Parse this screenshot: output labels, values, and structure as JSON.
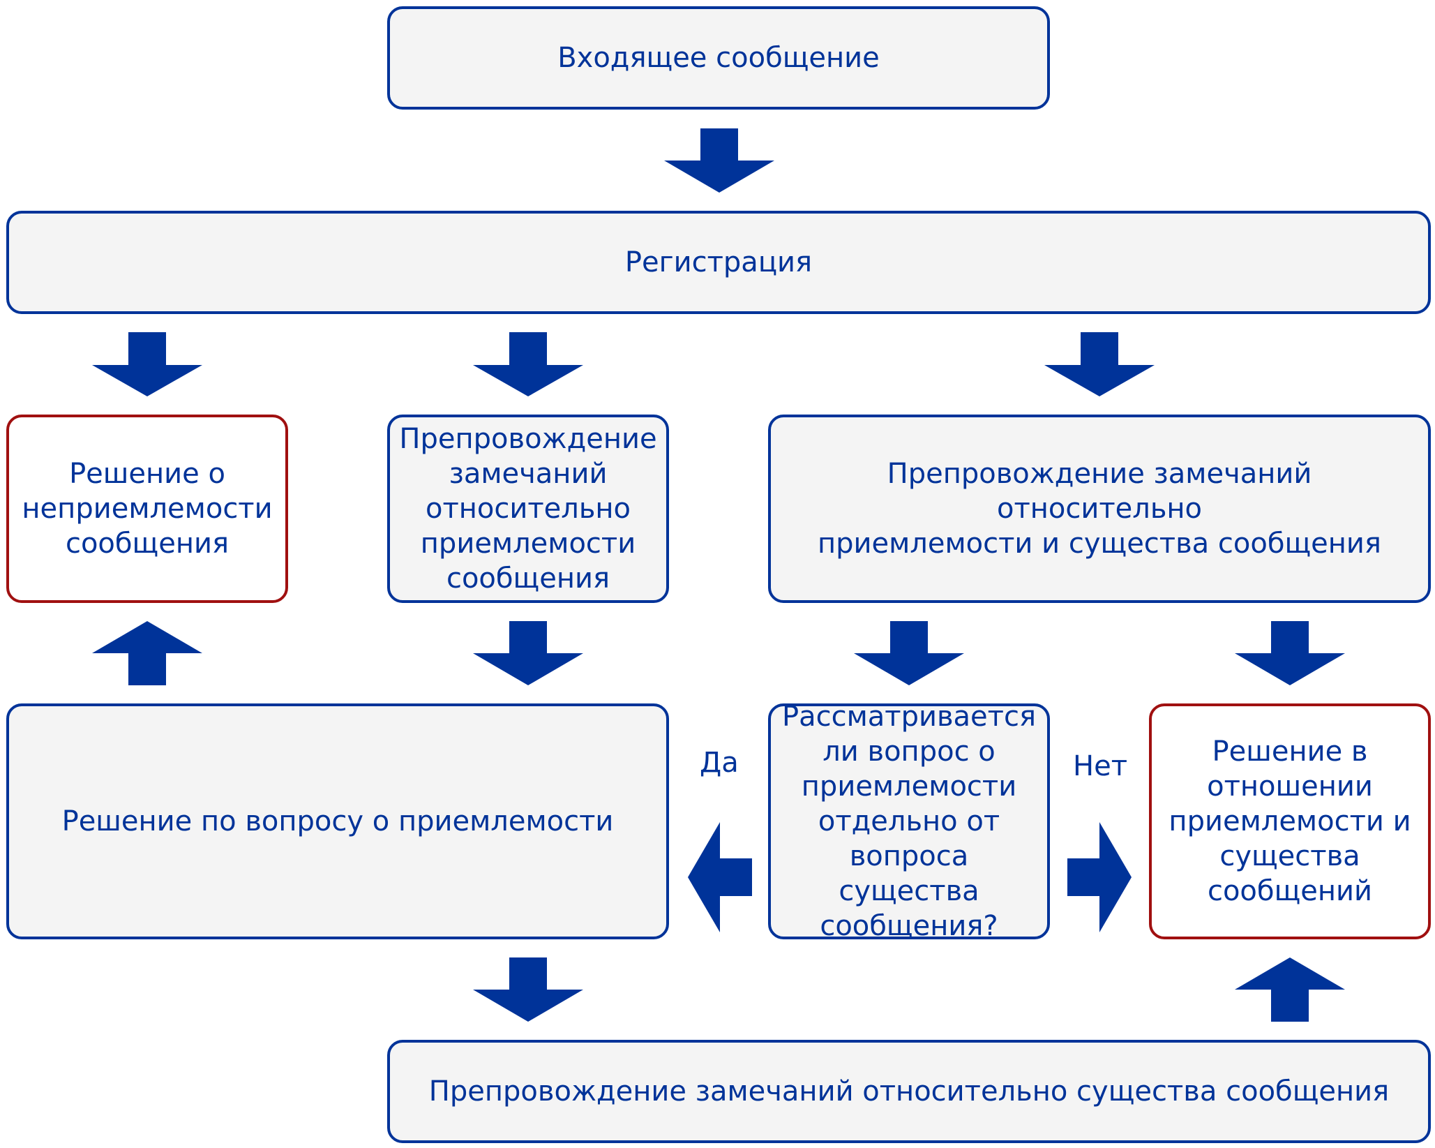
{
  "colors": {
    "accent": "#003399",
    "box_fill": "#f4f4f4",
    "decision_border": "#a01010"
  },
  "nodes": {
    "incoming": "Входящее сообщение",
    "registration": "Регистрация",
    "inadmissible": "Решение о\nнеприемлемости\nсообщения",
    "admissibility_obs": "Препровождение\nзамечаний\nотносительно\nприемлемости\nсообщения",
    "admissibility_merits_obs": "Препровождение замечаний относительно\nприемлемости и существа сообщения",
    "admissibility_decision": "Решение по вопросу о приемлемости",
    "question": "Рассматривается\nли вопрос о\nприемлемости\nотдельно от\nвопроса существа\nсообщения?",
    "final_decision": "Решение в\nотношении\nприемлемости и\nсущества\nсообщений",
    "merits_obs": "Препровождение замечаний относительно существа сообщения"
  },
  "labels": {
    "yes": "Да",
    "no": "Нет"
  }
}
